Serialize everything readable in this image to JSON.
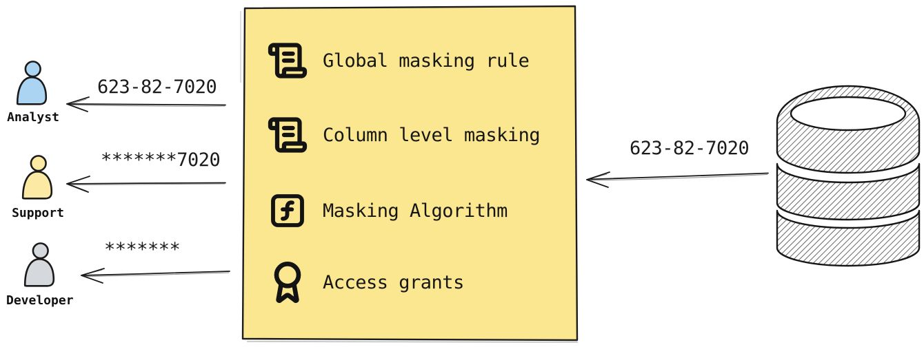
{
  "masking_box": {
    "fill": "#fae78f",
    "items": [
      {
        "icon": "scroll-text-icon",
        "label": "Global masking rule"
      },
      {
        "icon": "scroll-text-icon",
        "label": "Column level masking"
      },
      {
        "icon": "function-square-icon",
        "label": "Masking Algorithm"
      },
      {
        "icon": "award-icon",
        "label": "Access grants"
      }
    ]
  },
  "personas": [
    {
      "label": "Analyst",
      "received_value": "623-82-7020",
      "fill": "#abd4f3"
    },
    {
      "label": "Support",
      "received_value": "*******7020",
      "fill": "#fbe9a4"
    },
    {
      "label": "Developer",
      "received_value": "*******",
      "fill": "#d5d9dd"
    }
  ],
  "database": {
    "icon": "database-icon",
    "outgoing_value": "623-82-7020"
  }
}
